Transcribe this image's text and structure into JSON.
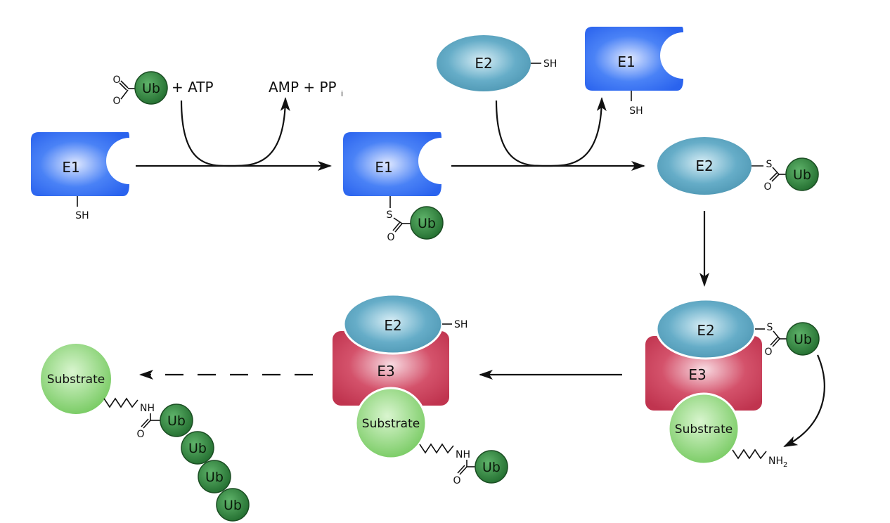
{
  "labels": {
    "e1": "E1",
    "e2": "E2",
    "e3": "E3",
    "ub": "Ub",
    "substrate": "Substrate",
    "sh": "SH",
    "s": "S",
    "o": "O",
    "nh": "NH",
    "nh2_base": "NH",
    "nh2_sub": "2"
  },
  "reaction": {
    "plus_atp": "+ ATP",
    "amp_pp": "AMP + PP",
    "pp_sub": "i"
  },
  "colors": {
    "e1_blue": "#2f6ff2",
    "e2_teal": "#5fa9c4",
    "e3_red": "#c93a55",
    "ub_green": "#2a7a38",
    "substrate_green": "#7ed06a"
  }
}
